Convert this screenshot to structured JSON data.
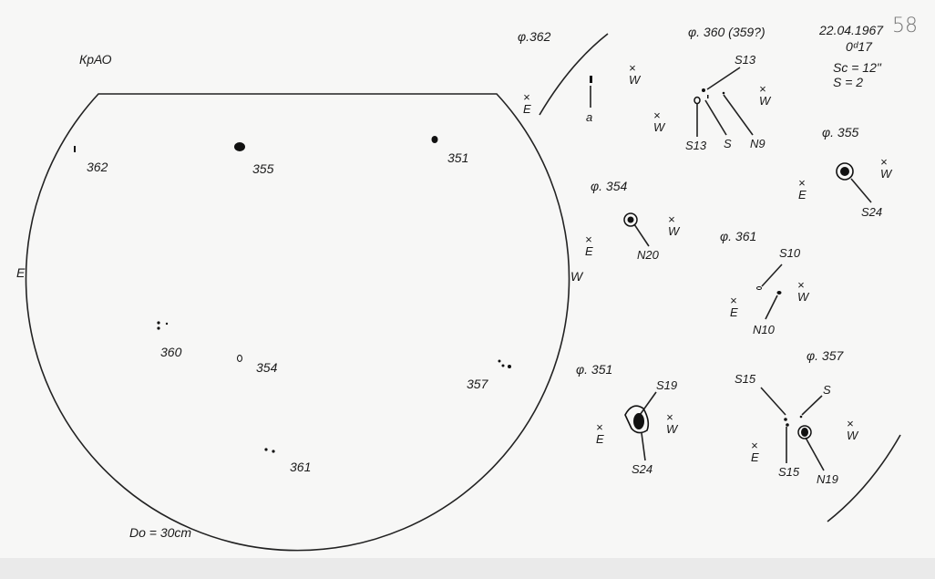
{
  "header": {
    "instrument": "КрАО",
    "date": "22.04.1967",
    "time": "0ᵈ17",
    "sc": "Sc = 12\"",
    "s": "S = 2",
    "page_number": "58"
  },
  "disk": {
    "east": "E",
    "west": "W",
    "diameter": "Do = 30cm",
    "groups": [
      {
        "label": "362"
      },
      {
        "label": "355"
      },
      {
        "label": "351"
      },
      {
        "label": "360"
      },
      {
        "label": "354"
      },
      {
        "label": "357"
      },
      {
        "label": "361"
      }
    ]
  },
  "details": [
    {
      "title": "φ.362",
      "marks": [
        "E",
        "a"
      ]
    },
    {
      "title": "φ. 360 (359?)",
      "marks": [
        "S13",
        "S13",
        "S",
        "N9",
        "W"
      ]
    },
    {
      "title": "φ. 355",
      "marks": [
        "E",
        "W",
        "S24"
      ]
    },
    {
      "title": "φ. 354",
      "marks": [
        "E",
        "W",
        "N20"
      ]
    },
    {
      "title": "φ. 361",
      "marks": [
        "S10",
        "E",
        "W",
        "N10"
      ]
    },
    {
      "title": "φ. 351",
      "marks": [
        "S19",
        "E",
        "W",
        "S24"
      ]
    },
    {
      "title": "φ. 357",
      "marks": [
        "S15",
        "S",
        "E",
        "W",
        "S15",
        "N19"
      ]
    }
  ],
  "extra_w": "W"
}
